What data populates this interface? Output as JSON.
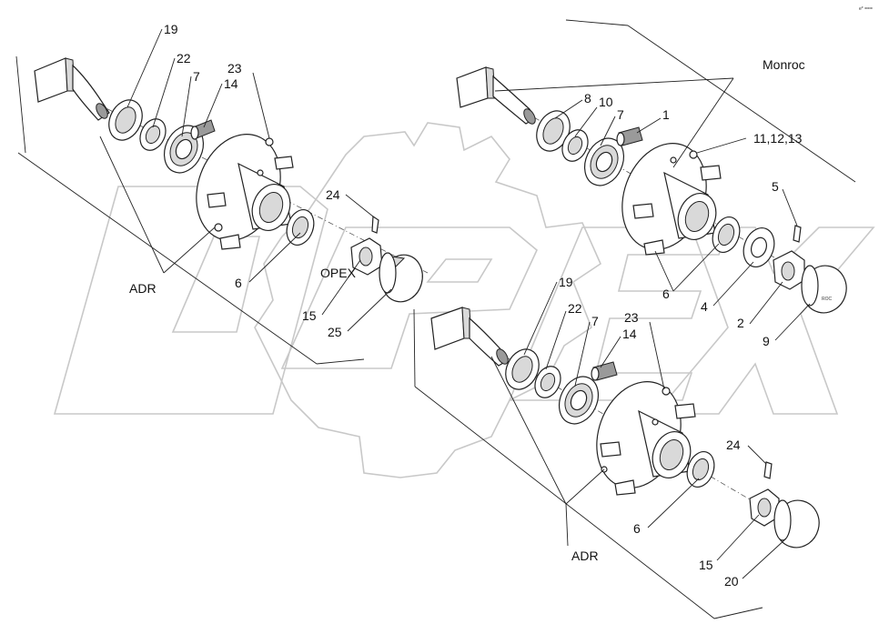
{
  "corner_mark": "e* ===",
  "watermark_text": "OPEX",
  "assemblies": {
    "top_left": {
      "group_label": "ADR",
      "callouts": [
        "19",
        "22",
        "7",
        "14",
        "23",
        "24",
        "6",
        "15",
        "25"
      ]
    },
    "top_right": {
      "group_label": "Monroc",
      "callouts": [
        "8",
        "10",
        "7",
        "1",
        "11,12,13",
        "5",
        "6",
        "4",
        "2",
        "9"
      ]
    },
    "bottom": {
      "group_label": "ADR",
      "callouts": [
        "19",
        "22",
        "7",
        "23",
        "14",
        "24",
        "6",
        "15",
        "20"
      ]
    }
  },
  "cap_marking": "ROC"
}
